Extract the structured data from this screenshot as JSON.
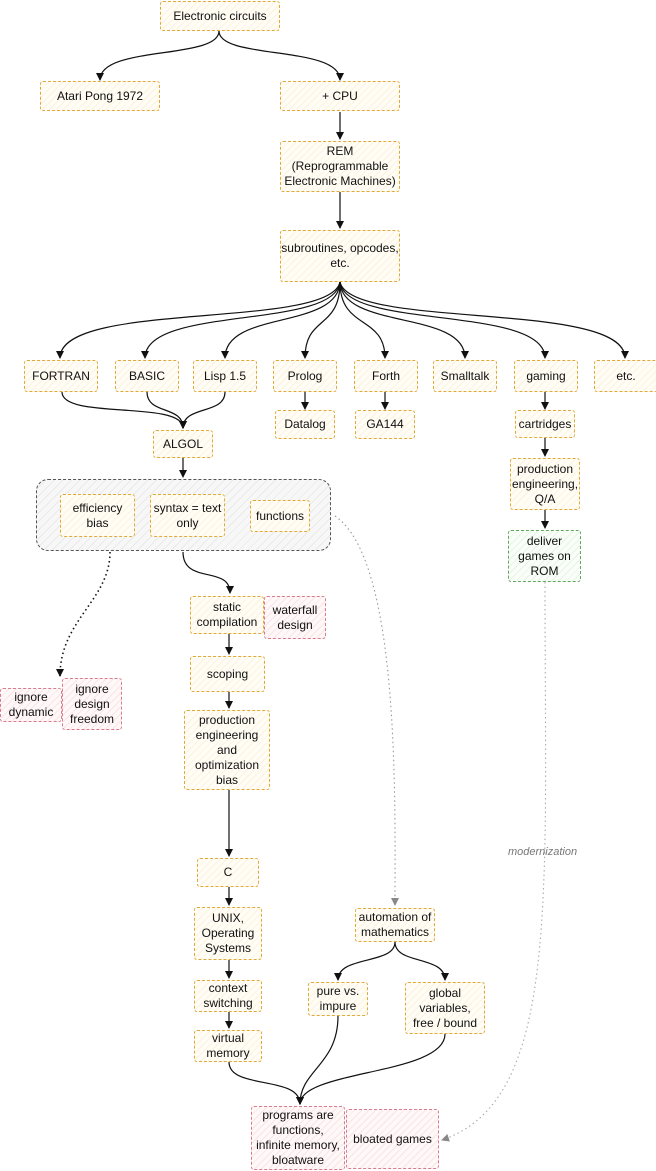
{
  "nodes": {
    "electronic_circuits": "Electronic circuits",
    "atari_pong": "Atari Pong 1972",
    "cpu": "+ CPU",
    "rem": "REM\n(Reprogrammable\nElectronic Machines)",
    "subroutines": "subroutines, opcodes,\netc.",
    "fortran": "FORTRAN",
    "basic": "BASIC",
    "lisp": "Lisp 1.5",
    "prolog": "Prolog",
    "forth": "Forth",
    "smalltalk": "Smalltalk",
    "gaming": "gaming",
    "etc": "etc.",
    "datalog": "Datalog",
    "ga144": "GA144",
    "cartridges": "cartridges",
    "production_qa": "production\nengineering,\nQ/A",
    "deliver_rom": "deliver\ngames on\nROM",
    "algol": "ALGOL",
    "efficiency_bias": "efficiency\nbias",
    "syntax_text": "syntax = text\nonly",
    "functions": "functions",
    "static_compilation": "static\ncompilation",
    "waterfall_design": "waterfall\ndesign",
    "ignore_dynamic": "ignore\ndynamic",
    "ignore_design_freedom": "ignore\ndesign\nfreedom",
    "scoping": "scoping",
    "production_opt": "production\nengineering\nand\noptimization\nbias",
    "c": "C",
    "unix": "UNIX,\nOperating\nSystems",
    "context_switching": "context\nswitching",
    "virtual_memory": "virtual\nmemory",
    "automation_math": "automation of\nmathematics",
    "pure_impure": "pure vs.\nimpure",
    "global_vars": "global\nvariables,\nfree / bound",
    "programs_functions": "programs are\nfunctions,\ninfinite memory,\nbloatware",
    "bloated_games": "bloated games"
  },
  "edge_labels": {
    "modernization": "modernization"
  },
  "colors": {
    "yellow_border": "#e0a939",
    "red_border": "#d77c8c",
    "green_border": "#63a45e",
    "group_border": "#555555",
    "edge": "#111111",
    "dotted_edge": "#999999"
  }
}
